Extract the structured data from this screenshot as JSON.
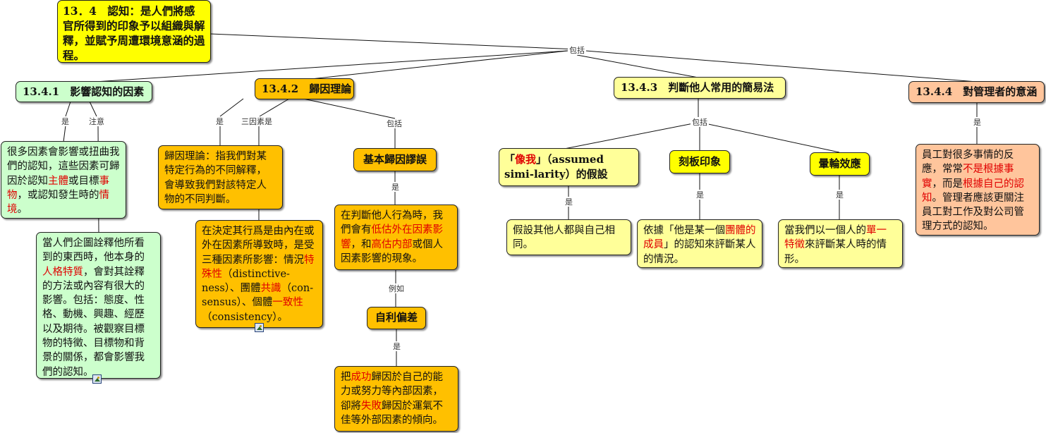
{
  "root": {
    "text": "13．4　認知：是人們將感官所得到的印象予以組織與解釋，並賦予周遭環境意涵的過程。"
  },
  "link_labels": {
    "root_includes": "包括",
    "n1_is": "是",
    "n1_note": "注意",
    "n2_is": "是",
    "n2_three": "三因素是",
    "n2_includes": "包括",
    "fae_is": "是",
    "fae_eg": "例如",
    "sb_is": "是",
    "n3_includes": "包括",
    "like_is": "是",
    "stereo_is": "是",
    "halo_is": "是",
    "n4_is": "是"
  },
  "n1": {
    "title": "13.4.1　影響認知的因素",
    "factors": [
      "很多因素會影響或扭曲我們的認知，這些因素可歸因於認知",
      "主體",
      "或目標",
      "事物",
      "，或認知發生時的",
      "情境",
      "。"
    ],
    "note": [
      "當人們企圖詮釋他所看到的東西時，他本身的",
      "人格特質",
      "，會對其詮釋的方法或內容有很大的影響。包括：態度、性格、動機、興趣、經歷以及期待。被觀察目標物的特徵、目標物和背景的關係，都會影響我們的認知。"
    ]
  },
  "n2": {
    "title": "13.4.2　歸因理論",
    "definition": "歸因理論：指我們對某特定行為的不同解釋，會導致我們對該特定人物的不同判斷。",
    "three": [
      "在決定其行爲是由內在或外在因素所導致時，是受三種因素所影響：情況",
      "特殊性",
      "（distinctive-ness）、團體",
      "共識",
      "（con-sensus）、個體",
      "一致性",
      "（consistency）。"
    ],
    "fae_title": "基本歸因謬誤",
    "fae_text": [
      "在判斷他人行為時，我們會有",
      "低估外在因素影響",
      "，和",
      "高估内部",
      "或個人因素影響的現象。"
    ],
    "sb_title": "自利偏差",
    "sb_text": [
      "把",
      "成功",
      "歸因於自己的能力或努力等內部因素，卻將",
      "失敗",
      "歸因於運氣不佳等外部因素的傾向。"
    ]
  },
  "n3": {
    "title": "13.4.3　判斷他人常用的簡易法",
    "like_title": [
      "「",
      "像我",
      "」（assumed simi-larity）的假設"
    ],
    "like_text": "假設其他人都與自己相同。",
    "stereo_title": "刻板印象",
    "stereo_text": [
      "依據「他是某一個",
      "團體的成員",
      "」的認知來評斷某人的情況。"
    ],
    "halo_title": "暈輪效應",
    "halo_text": [
      "當我們以一個人的",
      "單一特徵",
      "來評斷某人時的情形。"
    ]
  },
  "n4": {
    "title": "13.4.4　對管理者的意涵",
    "text": [
      "員工對很多事情的反應，常常",
      "不是根據事實",
      "，而是",
      "根據自己的認知",
      "。管理者應該更關注員工對工作及對公司管理方式的認知。"
    ]
  },
  "icons": [
    "image-icon",
    "image-icon"
  ]
}
